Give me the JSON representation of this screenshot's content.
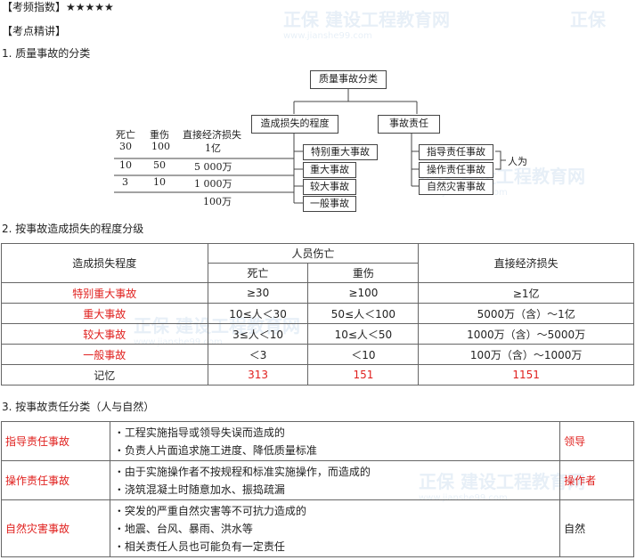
{
  "header": {
    "rating_label": "【考频指数】",
    "stars": "★★★★★",
    "section_label": "【考点精讲】"
  },
  "watermark": {
    "logo": "正保",
    "name": "建设工程教育网",
    "url": "www.jianshe99.com"
  },
  "section1": {
    "title": "1. 质量事故的分类",
    "diagram": {
      "root": "质量事故分类",
      "branch_left": "造成损失的程度",
      "branch_right": "事故责任",
      "col_headers": [
        "死亡",
        "重伤",
        "直接经济损失"
      ],
      "rows": [
        {
          "death": "30",
          "injury": "100",
          "loss": "1亿"
        },
        {
          "death": "10",
          "injury": "50",
          "loss": "5 000万"
        },
        {
          "death": "3",
          "injury": "10",
          "loss": "1 000万"
        },
        {
          "death": "",
          "injury": "",
          "loss": "100万"
        }
      ],
      "levels": [
        "特别重大事故",
        "重大事故",
        "较大事故",
        "一般事故"
      ],
      "responsibility": [
        "指导责任事故",
        "操作责任事故",
        "自然灾害事故"
      ],
      "human_label": "人为"
    }
  },
  "section2": {
    "title": "2. 按事故造成损失的程度分级",
    "headers": {
      "degree": "造成损失程度",
      "casualty": "人员伤亡",
      "death": "死亡",
      "injury": "重伤",
      "loss": "直接经济损失"
    },
    "rows": [
      {
        "level": "特别重大事故",
        "death": "≥30",
        "injury": "≥100",
        "loss": "≥1亿"
      },
      {
        "level": "重大事故",
        "death": "10≤人＜30",
        "injury": "50≤人＜100",
        "loss": "5000万（含）～1亿"
      },
      {
        "level": "较大事故",
        "death": "3≤人＜10",
        "injury": "10≤人＜50",
        "loss": "1000万（含）～5000万"
      },
      {
        "level": "一般事故",
        "death": "＜3",
        "injury": "＜10",
        "loss": "100万（含）～1000万"
      }
    ],
    "memo": {
      "label": "记忆",
      "death": "313",
      "injury": "151",
      "loss": "1151"
    }
  },
  "section3": {
    "title": "3. 按事故责任分类（人与自然）",
    "rows": [
      {
        "type": "指导责任事故",
        "points": [
          "・工程实施指导或领导失误而造成的",
          "・负责人片面追求施工进度、降低质量标准"
        ],
        "subject": "领导"
      },
      {
        "type": "操作责任事故",
        "points": [
          "・由于实施操作者不按规程和标准实施操作，而造成的",
          "・浇筑混凝土时随意加水、振捣疏漏"
        ],
        "subject": "操作者"
      },
      {
        "type": "自然灾害事故",
        "points": [
          "・突发的严重自然灾害等不可抗力造成的",
          "・地震、台风、暴雨、洪水等",
          "・相关责任人员也可能负有一定责任"
        ],
        "subject": "自然"
      }
    ]
  }
}
